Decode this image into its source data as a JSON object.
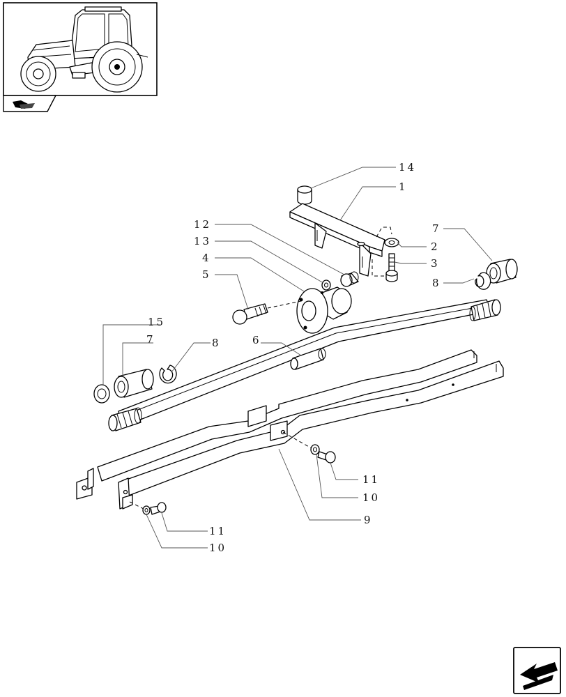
{
  "callouts": {
    "c14": "14",
    "c1": "1",
    "c12": "12",
    "c13": "13",
    "c4": "4",
    "c5": "5",
    "c2": "2",
    "c3": "3",
    "c7_right": "7",
    "c8_right": "8",
    "c15": "15",
    "c7_left": "7",
    "c8_left": "8",
    "c6": "6",
    "c11_right": "11",
    "c10_right": "10",
    "c9": "9",
    "c11_left": "11",
    "c10_left": "10"
  },
  "icons": {
    "thumbnail": "tractor-thumbnail",
    "thumbnail_tab": "section-arrow-icon",
    "nav": "previous-page-arrow-icon"
  },
  "colors": {
    "line": "#000000",
    "leader": "#555555",
    "background": "#ffffff"
  }
}
